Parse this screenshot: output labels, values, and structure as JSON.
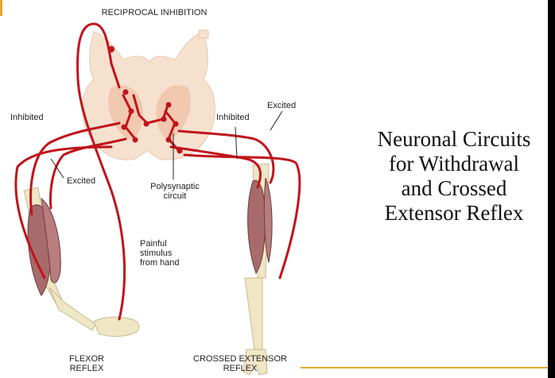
{
  "diagram": {
    "heading": "RECIPROCAL INHIBITION",
    "labels": {
      "inhibited_left": "Inhibited",
      "excited_left": "Excited",
      "inhibited_right": "Inhibited",
      "excited_right": "Excited",
      "polysynaptic_1": "Polysynaptic",
      "polysynaptic_2": "circuit",
      "painful_1": "Painful",
      "painful_2": "stimulus",
      "painful_3": "from hand",
      "flexor_1": "FLEXOR",
      "flexor_2": "REFLEX",
      "crossed_1": "CROSSED EXTENSOR",
      "crossed_2": "REFLEX"
    }
  },
  "title": {
    "lines": [
      "Neuronal Circuits",
      "for Withdrawal",
      "and Crossed",
      "Extensor Reflex"
    ]
  },
  "colors": {
    "nerve": "#c0141b",
    "spinal_cord": "#f6e1cf",
    "grey_matter": "#f1c8b0",
    "muscle": "#a76b6b",
    "bone": "#efe6c6",
    "accent": "#e6a62a"
  }
}
